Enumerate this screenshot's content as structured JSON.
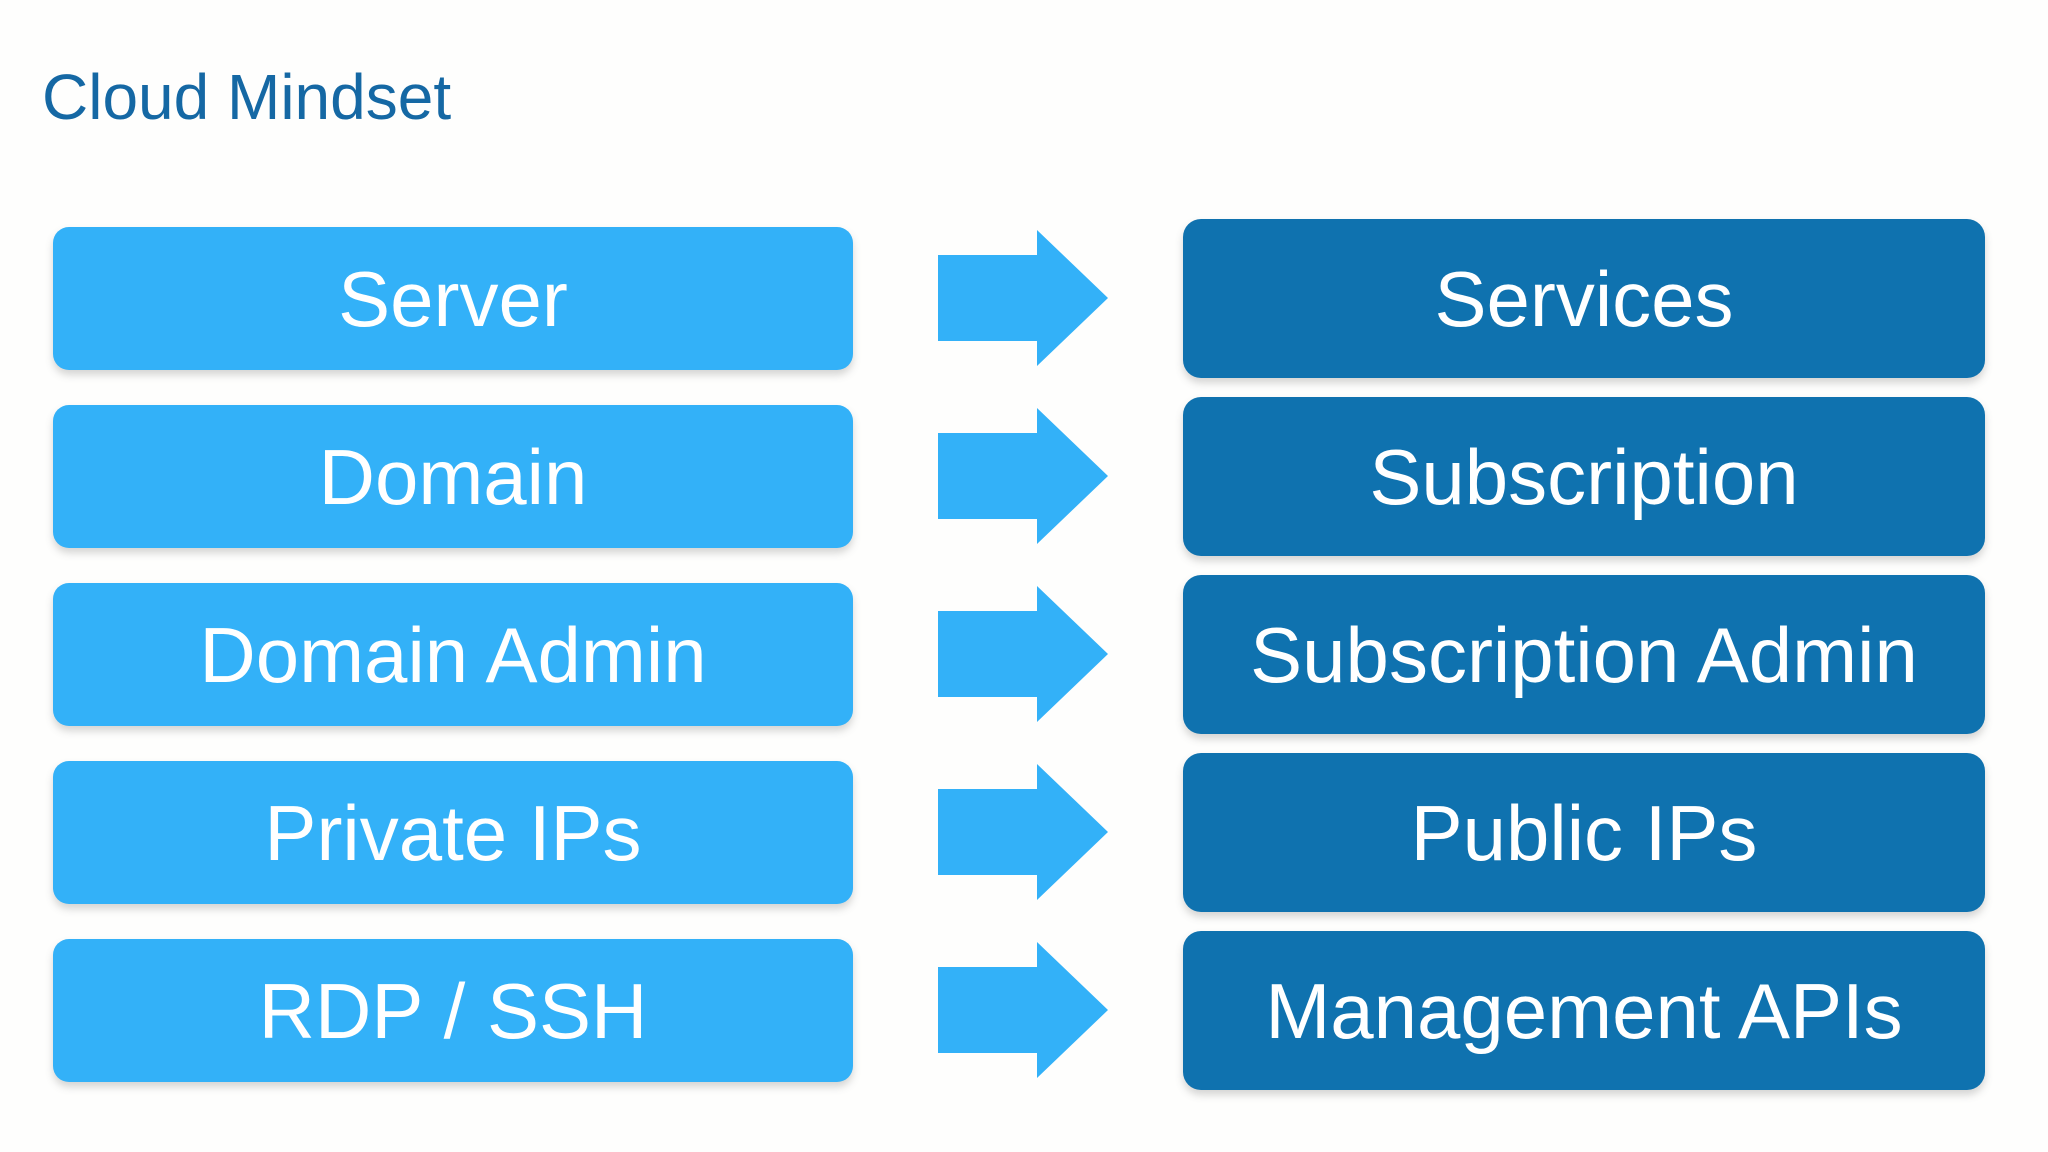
{
  "title": "Cloud Mindset",
  "colors": {
    "background": "#fefefd",
    "title": "#1568a4",
    "left_box": "#33b1f8",
    "right_box": "#0f72af",
    "arrow": "#33b1f8",
    "box_text": "#ffffff"
  },
  "diagram": {
    "description": "On-premises concepts mapped to cloud equivalents",
    "arrow_icon": "right-arrow",
    "rows": [
      {
        "left": "Server",
        "right": "Services"
      },
      {
        "left": "Domain",
        "right": "Subscription"
      },
      {
        "left": "Domain Admin",
        "right": "Subscription Admin"
      },
      {
        "left": "Private IPs",
        "right": "Public IPs"
      },
      {
        "left": "RDP / SSH",
        "right": "Management APIs"
      }
    ]
  }
}
